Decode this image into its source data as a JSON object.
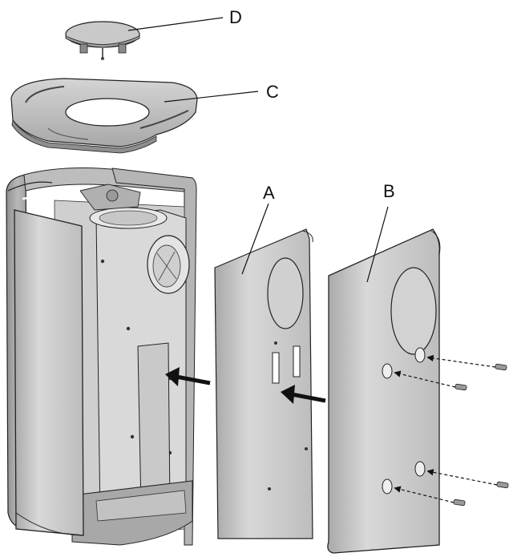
{
  "diagram": {
    "labels": {
      "d": "D",
      "c": "C",
      "a": "A",
      "b": "B"
    },
    "colors": {
      "panel": "#c4c4c4",
      "panel_light": "#d6d6d6",
      "panel_dark": "#9a9a9a",
      "outline": "#1a1a1a",
      "arrow": "#111111",
      "background": "#ffffff"
    }
  }
}
